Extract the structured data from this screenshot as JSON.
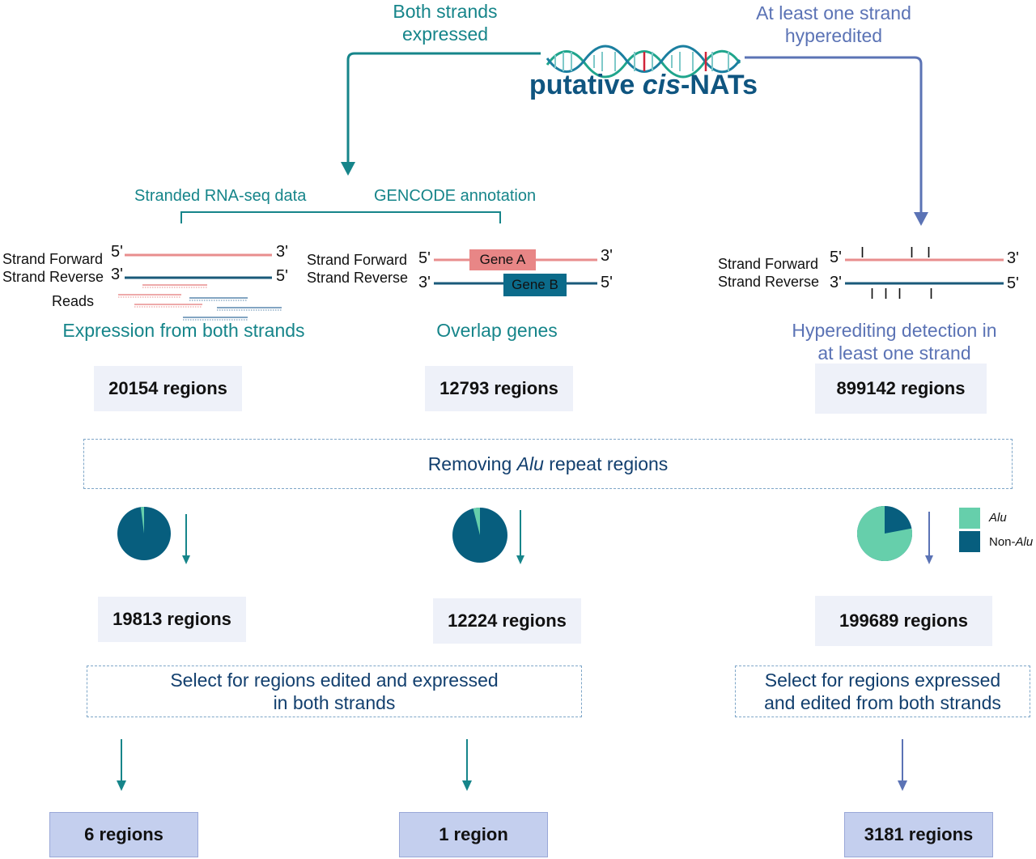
{
  "top": {
    "left_branch": [
      "Both strands",
      "expressed"
    ],
    "right_branch": [
      "At least one strand",
      "hyperedited"
    ],
    "title_pre": "putative ",
    "title_ital": "cis",
    "title_post": "-NATs"
  },
  "sources": {
    "rnaseq": "Stranded RNA-seq data",
    "gencode": "GENCODE annotation"
  },
  "strands": {
    "forward": "Strand Forward",
    "reverse": "Strand Reverse",
    "five": "5'",
    "three": "3'",
    "reads": "Reads",
    "gene_a": "Gene A",
    "gene_b": "Gene B",
    "edit_mark": "I"
  },
  "columns": [
    {
      "heading": "Expression from both strands",
      "count1": "20154 regions",
      "count2": "19813 regions",
      "final": "6 regions"
    },
    {
      "heading": "Overlap genes",
      "count1": "12793 regions",
      "count2": "12224 regions",
      "final": "1 region"
    },
    {
      "heading_lines": [
        "Hyperediting detection in",
        "at least one strand"
      ],
      "count1": "899142  regions",
      "count2": "199689 regions",
      "final": "3181 regions"
    }
  ],
  "filter": {
    "pre": "Removing ",
    "ital": "Alu",
    "post": " repeat regions"
  },
  "select_left": [
    "Select for regions edited and  expressed",
    "in both strands"
  ],
  "select_right": [
    "Select for regions expressed",
    "and edited from both strands"
  ],
  "legend": {
    "alu": "Alu",
    "non_pre": "Non-",
    "non_ital": "Alu",
    "alu_color": "#66cfab",
    "non_alu_color": "#075e7e"
  },
  "pies": [
    {
      "alu_fraction": 0.02
    },
    {
      "alu_fraction": 0.04
    },
    {
      "alu_fraction": 0.78
    }
  ]
}
